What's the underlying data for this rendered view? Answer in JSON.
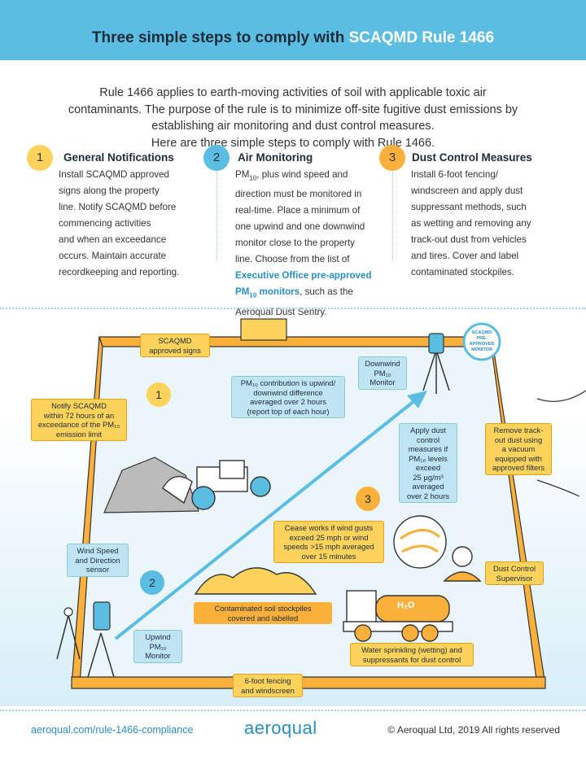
{
  "header": {
    "title_lead": "Three simple steps to comply with",
    "title_highlight": "SCAQMD Rule 1466"
  },
  "intro": {
    "line1": "Rule 1466 applies to earth-moving activities of soil with applicable toxic air",
    "line2": "contaminants. The purpose of the rule is to minimize off-site fugitive dust emissions by",
    "line3": "establishing air monitoring and dust control measures.",
    "line4": "Here are three simple steps to comply with Rule 1466."
  },
  "steps": [
    {
      "number": "1",
      "title": "General Notifications",
      "lines": [
        "Install SCAQMD approved",
        "signs along the property",
        "line. Notify SCAQMD before",
        "commencing activities",
        "and when an exceedance",
        "occurs. Maintain accurate",
        "recordkeeping and reporting."
      ]
    },
    {
      "number": "2",
      "title": "Air Monitoring",
      "pm_prefix": "PM",
      "pm_sub": "10",
      "line1_rest": ", plus wind speed and",
      "lines": [
        "direction must be monitored in",
        "real-time. Place a minimum of",
        "one upwind and one downwind",
        "monitor close to the property",
        "line. Choose from the list of"
      ],
      "link1": "Executive Office pre-approved",
      "link2_prefix": "PM",
      "link2_sub": "10",
      "link2_rest": " monitors",
      "after_link": ", such as the",
      "last": "Aeroqual Dust Sentry."
    },
    {
      "number": "3",
      "title": "Dust Control Measures",
      "lines": [
        "Install 6-foot fencing/",
        "windscreen and apply dust",
        "suppressant methods, such",
        "as wetting and removing any",
        "track-out dust from vehicles",
        "and tires. Cover and label",
        "contaminated stockpiles."
      ]
    }
  ],
  "diagram": {
    "signs": "SCAQMD approved signs",
    "notify": [
      "Notify SCAQMD",
      "within 72 hours of an",
      "exceedance of the PM₁₀",
      "emission limit"
    ],
    "downwind": [
      "Downwind",
      "PM₁₀",
      "Monitor"
    ],
    "pm_contribution": [
      "PM₁₀ contribution is upwind/",
      "downwind difference",
      "averaged over 2 hours",
      "(report top of each hour)"
    ],
    "apply": [
      "Apply dust",
      "control",
      "measures if",
      "PM₁₀ levels",
      "exceed",
      "25 μg/m³",
      "averaged",
      "over 2 hours"
    ],
    "remove": [
      "Remove track-",
      "out dust using",
      "a vacuum",
      "equipped with",
      "approved filters"
    ],
    "cease": [
      "Cease works if wind gusts",
      "exceed 25 mph or wind",
      "speeds >15 mph averaged",
      "over 15 minutes"
    ],
    "wind_sensor": [
      "Wind Speed",
      "and Direction",
      "sensor"
    ],
    "supervisor": [
      "Dust Control",
      "Supervisor"
    ],
    "stockpiles": [
      "Contaminated soil stockpiles",
      "covered and labelled"
    ],
    "upwind": [
      "Upwind",
      "PM₁₀",
      "Monitor"
    ],
    "water": [
      "Water sprinkling (wetting) and",
      "suppressants for dust control"
    ],
    "fencing": [
      "6-foot fencing",
      "and windscreen"
    ],
    "tank_label": "H₂O",
    "stamp": [
      "SCAQMD",
      "PRE-APPROVED",
      "MONITOR"
    ],
    "num1": "1",
    "num2": "2",
    "num3": "3"
  },
  "footer": {
    "url": "aeroqual.com/rule-1466-compliance",
    "logo": "aeroqual",
    "copyright": "© Aeroqual Ltd, 2019 All rights reserved"
  },
  "colors": {
    "blue": "#5bbde2",
    "yellow": "#fdd35c",
    "orange": "#fbb03b",
    "navy": "#1d2b3a",
    "link": "#2a8dc0"
  }
}
